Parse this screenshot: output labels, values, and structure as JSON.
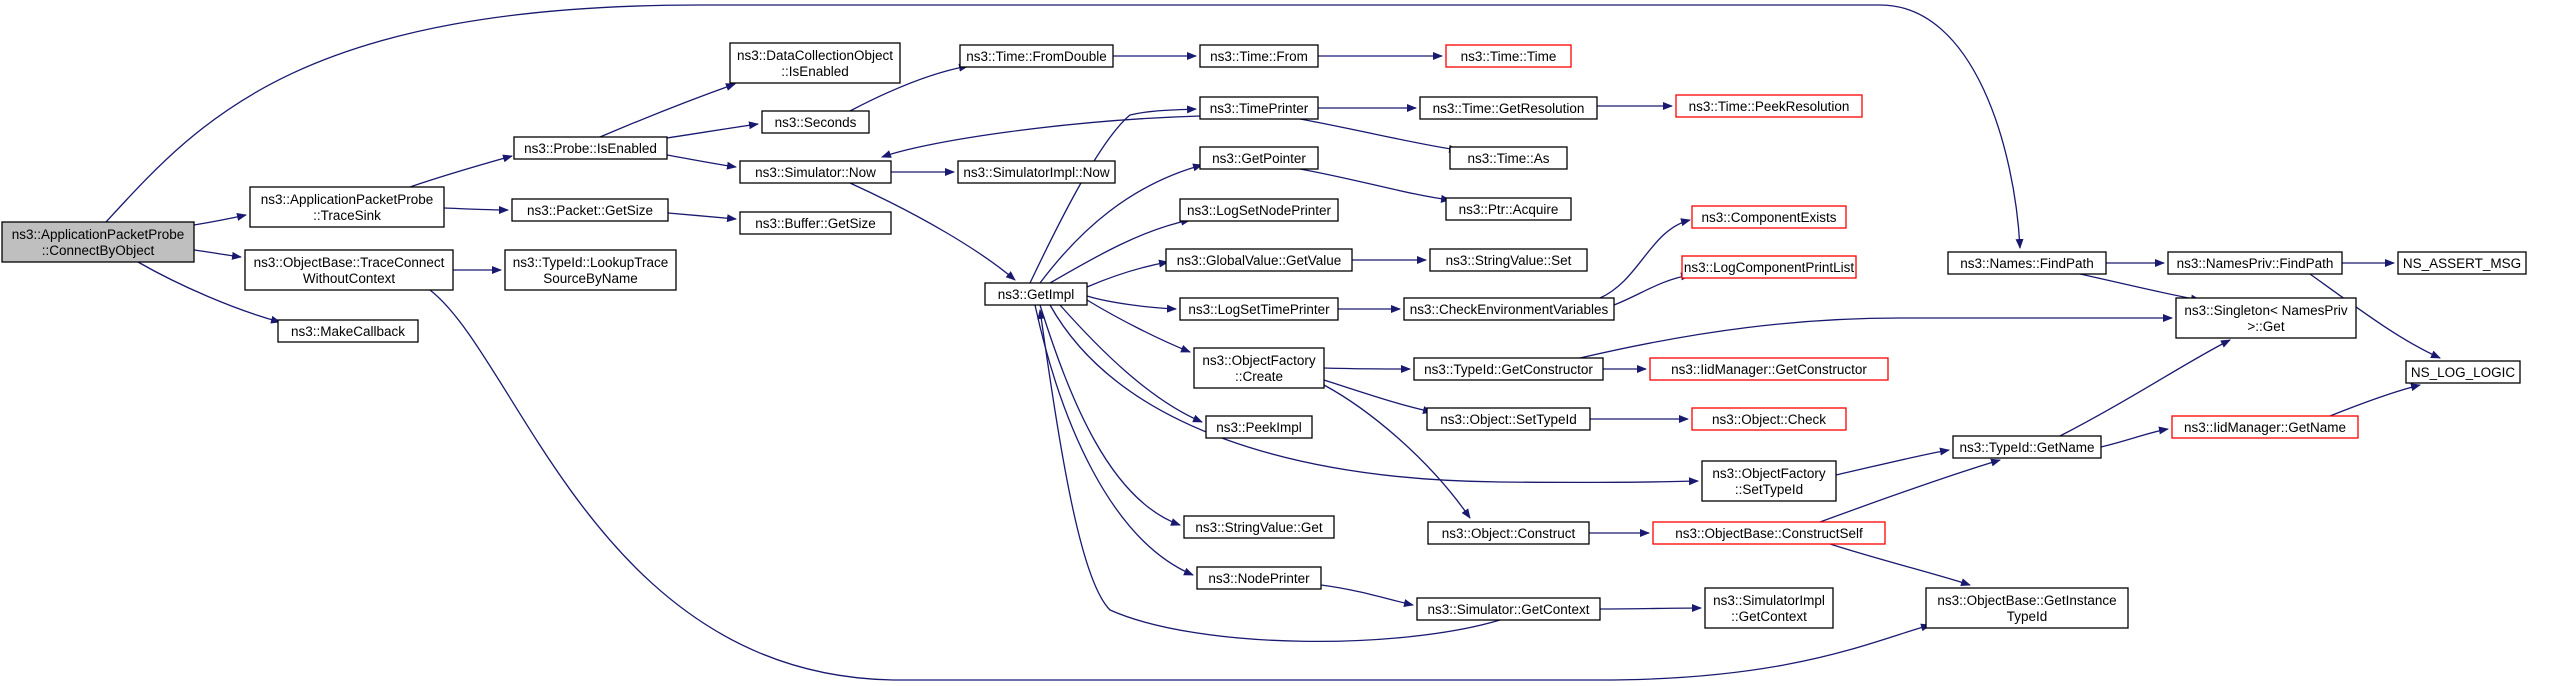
{
  "colors": {
    "edge": "#191970",
    "root_fill": "#bfbfbf",
    "external_border": "#ff0000",
    "node_border": "#000000"
  },
  "nodes": [
    {
      "id": "root",
      "lines": [
        "ns3::ApplicationPacketProbe",
        "::ConnectByObject"
      ],
      "style": "root"
    },
    {
      "id": "tracesink",
      "lines": [
        "ns3::ApplicationPacketProbe",
        "::TraceSink"
      ]
    },
    {
      "id": "traceconnect",
      "lines": [
        "ns3::ObjectBase::TraceConnect",
        "WithoutContext"
      ]
    },
    {
      "id": "makecallback",
      "lines": [
        "ns3::MakeCallback"
      ]
    },
    {
      "id": "probeenabled",
      "lines": [
        "ns3::Probe::IsEnabled"
      ]
    },
    {
      "id": "packetgetsize",
      "lines": [
        "ns3::Packet::GetSize"
      ]
    },
    {
      "id": "lookuptrace",
      "lines": [
        "ns3::TypeId::LookupTrace",
        "SourceByName"
      ]
    },
    {
      "id": "dcoenabled",
      "lines": [
        "ns3::DataCollectionObject",
        "::IsEnabled"
      ]
    },
    {
      "id": "seconds",
      "lines": [
        "ns3::Seconds"
      ]
    },
    {
      "id": "simnow",
      "lines": [
        "ns3::Simulator::Now"
      ]
    },
    {
      "id": "buffergetsize",
      "lines": [
        "ns3::Buffer::GetSize"
      ]
    },
    {
      "id": "timefromdouble",
      "lines": [
        "ns3::Time::FromDouble"
      ]
    },
    {
      "id": "simimplnow",
      "lines": [
        "ns3::SimulatorImpl::Now"
      ]
    },
    {
      "id": "getimpl",
      "lines": [
        "ns3::GetImpl"
      ]
    },
    {
      "id": "timefrom",
      "lines": [
        "ns3::Time::From"
      ]
    },
    {
      "id": "timeprinter",
      "lines": [
        "ns3::TimePrinter"
      ]
    },
    {
      "id": "getpointer",
      "lines": [
        "ns3::GetPointer"
      ]
    },
    {
      "id": "logsetnodeprinter",
      "lines": [
        "ns3::LogSetNodePrinter"
      ]
    },
    {
      "id": "globalvalue",
      "lines": [
        "ns3::GlobalValue::GetValue"
      ]
    },
    {
      "id": "logsettimeprinter",
      "lines": [
        "ns3::LogSetTimePrinter"
      ]
    },
    {
      "id": "objfactorycreate",
      "lines": [
        "ns3::ObjectFactory",
        "::Create"
      ]
    },
    {
      "id": "peekimpl",
      "lines": [
        "ns3::PeekImpl"
      ]
    },
    {
      "id": "stringvalueget",
      "lines": [
        "ns3::StringValue::Get"
      ]
    },
    {
      "id": "nodeprinter",
      "lines": [
        "ns3::NodePrinter"
      ]
    },
    {
      "id": "timetime",
      "lines": [
        "ns3::Time::Time"
      ],
      "style": "red"
    },
    {
      "id": "timegetres",
      "lines": [
        "ns3::Time::GetResolution"
      ]
    },
    {
      "id": "timeas",
      "lines": [
        "ns3::Time::As"
      ]
    },
    {
      "id": "ptracquire",
      "lines": [
        "ns3::Ptr::Acquire"
      ]
    },
    {
      "id": "stringvalueset",
      "lines": [
        "ns3::StringValue::Set"
      ]
    },
    {
      "id": "checkenv",
      "lines": [
        "ns3::CheckEnvironmentVariables"
      ]
    },
    {
      "id": "typeidgetctor",
      "lines": [
        "ns3::TypeId::GetConstructor"
      ]
    },
    {
      "id": "objsettypeid",
      "lines": [
        "ns3::Object::SetTypeId"
      ]
    },
    {
      "id": "objconstruct",
      "lines": [
        "ns3::Object::Construct"
      ]
    },
    {
      "id": "simgetcontext",
      "lines": [
        "ns3::Simulator::GetContext"
      ]
    },
    {
      "id": "timepeekres",
      "lines": [
        "ns3::Time::PeekResolution"
      ],
      "style": "red"
    },
    {
      "id": "componentexists",
      "lines": [
        "ns3::ComponentExists"
      ],
      "style": "red"
    },
    {
      "id": "logcompprint",
      "lines": [
        "ns3::LogComponentPrintList"
      ],
      "style": "red"
    },
    {
      "id": "iidgetctor",
      "lines": [
        "ns3::IidManager::GetConstructor"
      ],
      "style": "red"
    },
    {
      "id": "objcheck",
      "lines": [
        "ns3::Object::Check"
      ],
      "style": "red"
    },
    {
      "id": "objfactorysettypeid",
      "lines": [
        "ns3::ObjectFactory",
        "::SetTypeId"
      ]
    },
    {
      "id": "constructself",
      "lines": [
        "ns3::ObjectBase::ConstructSelf"
      ],
      "style": "red"
    },
    {
      "id": "simimplgetcontext",
      "lines": [
        "ns3::SimulatorImpl",
        "::GetContext"
      ]
    },
    {
      "id": "namesfindpath",
      "lines": [
        "ns3::Names::FindPath"
      ]
    },
    {
      "id": "typeidgetname",
      "lines": [
        "ns3::TypeId::GetName"
      ]
    },
    {
      "id": "getinstancetypeid",
      "lines": [
        "ns3::ObjectBase::GetInstance",
        "TypeId"
      ]
    },
    {
      "id": "namesprivfindpath",
      "lines": [
        "ns3::NamesPriv::FindPath"
      ]
    },
    {
      "id": "singletonget",
      "lines": [
        "ns3::Singleton< NamesPriv",
        ">::Get"
      ]
    },
    {
      "id": "iidgetname",
      "lines": [
        "ns3::IidManager::GetName"
      ],
      "style": "red"
    },
    {
      "id": "nsassert",
      "lines": [
        "NS_ASSERT_MSG"
      ]
    },
    {
      "id": "nsloglogic",
      "lines": [
        "NS_LOG_LOGIC"
      ]
    }
  ],
  "edges": [
    [
      "root",
      "tracesink"
    ],
    [
      "root",
      "traceconnect"
    ],
    [
      "root",
      "makecallback"
    ],
    [
      "root",
      "namesfindpath"
    ],
    [
      "tracesink",
      "probeenabled"
    ],
    [
      "tracesink",
      "packetgetsize"
    ],
    [
      "traceconnect",
      "lookuptrace"
    ],
    [
      "traceconnect",
      "getinstancetypeid"
    ],
    [
      "probeenabled",
      "dcoenabled"
    ],
    [
      "probeenabled",
      "seconds"
    ],
    [
      "probeenabled",
      "simnow"
    ],
    [
      "packetgetsize",
      "buffergetsize"
    ],
    [
      "seconds",
      "timefromdouble"
    ],
    [
      "simnow",
      "simimplnow"
    ],
    [
      "simnow",
      "getimpl"
    ],
    [
      "timefromdouble",
      "timefrom"
    ],
    [
      "timefrom",
      "timetime"
    ],
    [
      "getimpl",
      "timeprinter"
    ],
    [
      "getimpl",
      "getpointer"
    ],
    [
      "getimpl",
      "logsetnodeprinter"
    ],
    [
      "getimpl",
      "globalvalue"
    ],
    [
      "getimpl",
      "logsettimeprinter"
    ],
    [
      "getimpl",
      "objfactorycreate"
    ],
    [
      "getimpl",
      "peekimpl"
    ],
    [
      "getimpl",
      "stringvalueget"
    ],
    [
      "getimpl",
      "nodeprinter"
    ],
    [
      "getimpl",
      "objfactorysettypeid"
    ],
    [
      "timeprinter",
      "simnow"
    ],
    [
      "timeprinter",
      "timegetres"
    ],
    [
      "timeprinter",
      "timeas"
    ],
    [
      "timegetres",
      "timepeekres"
    ],
    [
      "getpointer",
      "ptracquire"
    ],
    [
      "globalvalue",
      "stringvalueset"
    ],
    [
      "logsettimeprinter",
      "checkenv"
    ],
    [
      "checkenv",
      "componentexists"
    ],
    [
      "checkenv",
      "logcompprint"
    ],
    [
      "objfactorycreate",
      "typeidgetctor"
    ],
    [
      "objfactorycreate",
      "objsettypeid"
    ],
    [
      "objfactorycreate",
      "objconstruct"
    ],
    [
      "typeidgetctor",
      "iidgetctor"
    ],
    [
      "typeidgetctor",
      "singletonget"
    ],
    [
      "objsettypeid",
      "objcheck"
    ],
    [
      "objconstruct",
      "constructself"
    ],
    [
      "constructself",
      "typeidgetname"
    ],
    [
      "constructself",
      "getinstancetypeid"
    ],
    [
      "nodeprinter",
      "simgetcontext"
    ],
    [
      "simgetcontext",
      "simimplgetcontext"
    ],
    [
      "simgetcontext",
      "getimpl"
    ],
    [
      "objfactorysettypeid",
      "typeidgetname"
    ],
    [
      "typeidgetname",
      "singletonget"
    ],
    [
      "typeidgetname",
      "iidgetname"
    ],
    [
      "namesfindpath",
      "namesprivfindpath"
    ],
    [
      "namesfindpath",
      "singletonget"
    ],
    [
      "namesprivfindpath",
      "nsassert"
    ],
    [
      "namesprivfindpath",
      "nsloglogic"
    ],
    [
      "iidgetname",
      "nsloglogic"
    ]
  ]
}
